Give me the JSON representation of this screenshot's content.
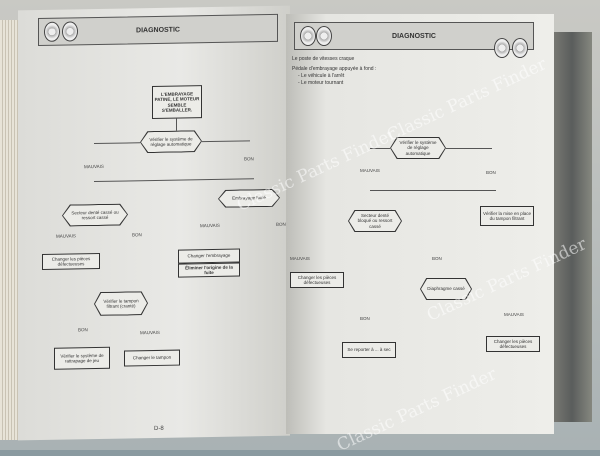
{
  "watermark": "Classic Parts Finder",
  "left_page": {
    "header": "DIAGNOSTIC",
    "start": "L'EMBRAYAGE PATINE, LE MOTEUR SEMBLE S'EMBALLER.",
    "check1": "Vérifier le système de réglage automatique",
    "bad1": "MAUVAIS",
    "good1": "BON",
    "check2": "Secteur denté cassé ou ressort cassé",
    "check3": "Embrayage huilé",
    "bad2": "MAUVAIS",
    "good2": "BON",
    "bad3": "MAUVAIS",
    "good3": "BON",
    "fix1": "Changer les pièces défectueuses",
    "fix2": "Changer l'embrayage",
    "fix3": "Éliminer l'origine de la fuite",
    "check4": "Vérifier le tampon filtrant (cranté)",
    "good4": "BON",
    "bad4": "MAUVAIS",
    "fix4": "Vérifier le système de rattrapage de jeu",
    "fix5": "Changer le tampon",
    "page_number": "D-8"
  },
  "right_page": {
    "header": "DIAGNOSTIC",
    "intro1": "Le poste de vitesses craque",
    "intro2": "Pédale d'embrayage appuyée à fond :",
    "intro3": "- Le véhicule à l'arrêt",
    "intro4": "- Le moteur tournant",
    "check1": "Vérifier le système de réglage automatique",
    "bad1": "MAUVAIS",
    "good1": "BON",
    "check2": "Secteur denté bloqué ou ressort cassé",
    "fix_a": "Vérifier la mise en place du tampon filtrant",
    "bad2": "MAUVAIS",
    "good2": "BON",
    "fix1": "Changer les pièces défectueuses",
    "check3": "Diaphragme cassé",
    "good3": "BON",
    "bad3": "MAUVAIS",
    "fix2": "Se reporter à ... à sec",
    "fix3": "Changer les pièces défectueuses"
  }
}
